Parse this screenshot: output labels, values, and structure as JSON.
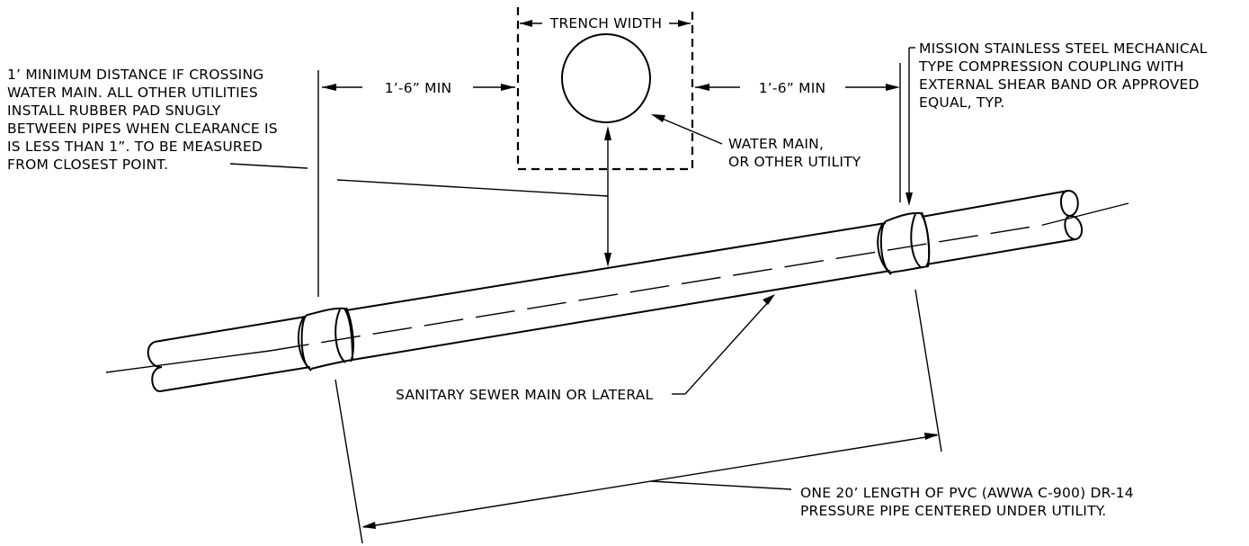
{
  "labels": {
    "trench_width": "TRENCH WIDTH",
    "offset_left": "1’-6” MIN",
    "offset_right": "1’-6” MIN",
    "clearance_note": [
      "1’ MINIMUM DISTANCE IF CROSSING",
      "WATER MAIN.  ALL OTHER UTILITIES",
      "INSTALL RUBBER PAD SNUGLY",
      "BETWEEN PIPES WHEN CLEARANCE IS",
      "IS LESS THAN 1”.  TO BE MEASURED",
      "FROM CLOSEST POINT."
    ],
    "water_main": [
      "WATER MAIN,",
      "OR OTHER UTILITY"
    ],
    "coupling_note": [
      "MISSION STAINLESS STEEL MECHANICAL",
      "TYPE COMPRESSION COUPLING WITH",
      "EXTERNAL SHEAR BAND OR APPROVED",
      "EQUAL, TYP."
    ],
    "sewer_main": "SANITARY SEWER MAIN OR LATERAL",
    "pvc_note": [
      "ONE 20’ LENGTH OF PVC (AWWA C-900) DR-14",
      "PRESSURE PIPE CENTERED UNDER UTILITY."
    ]
  },
  "colors": {
    "line": "#000000",
    "background": "#ffffff"
  }
}
